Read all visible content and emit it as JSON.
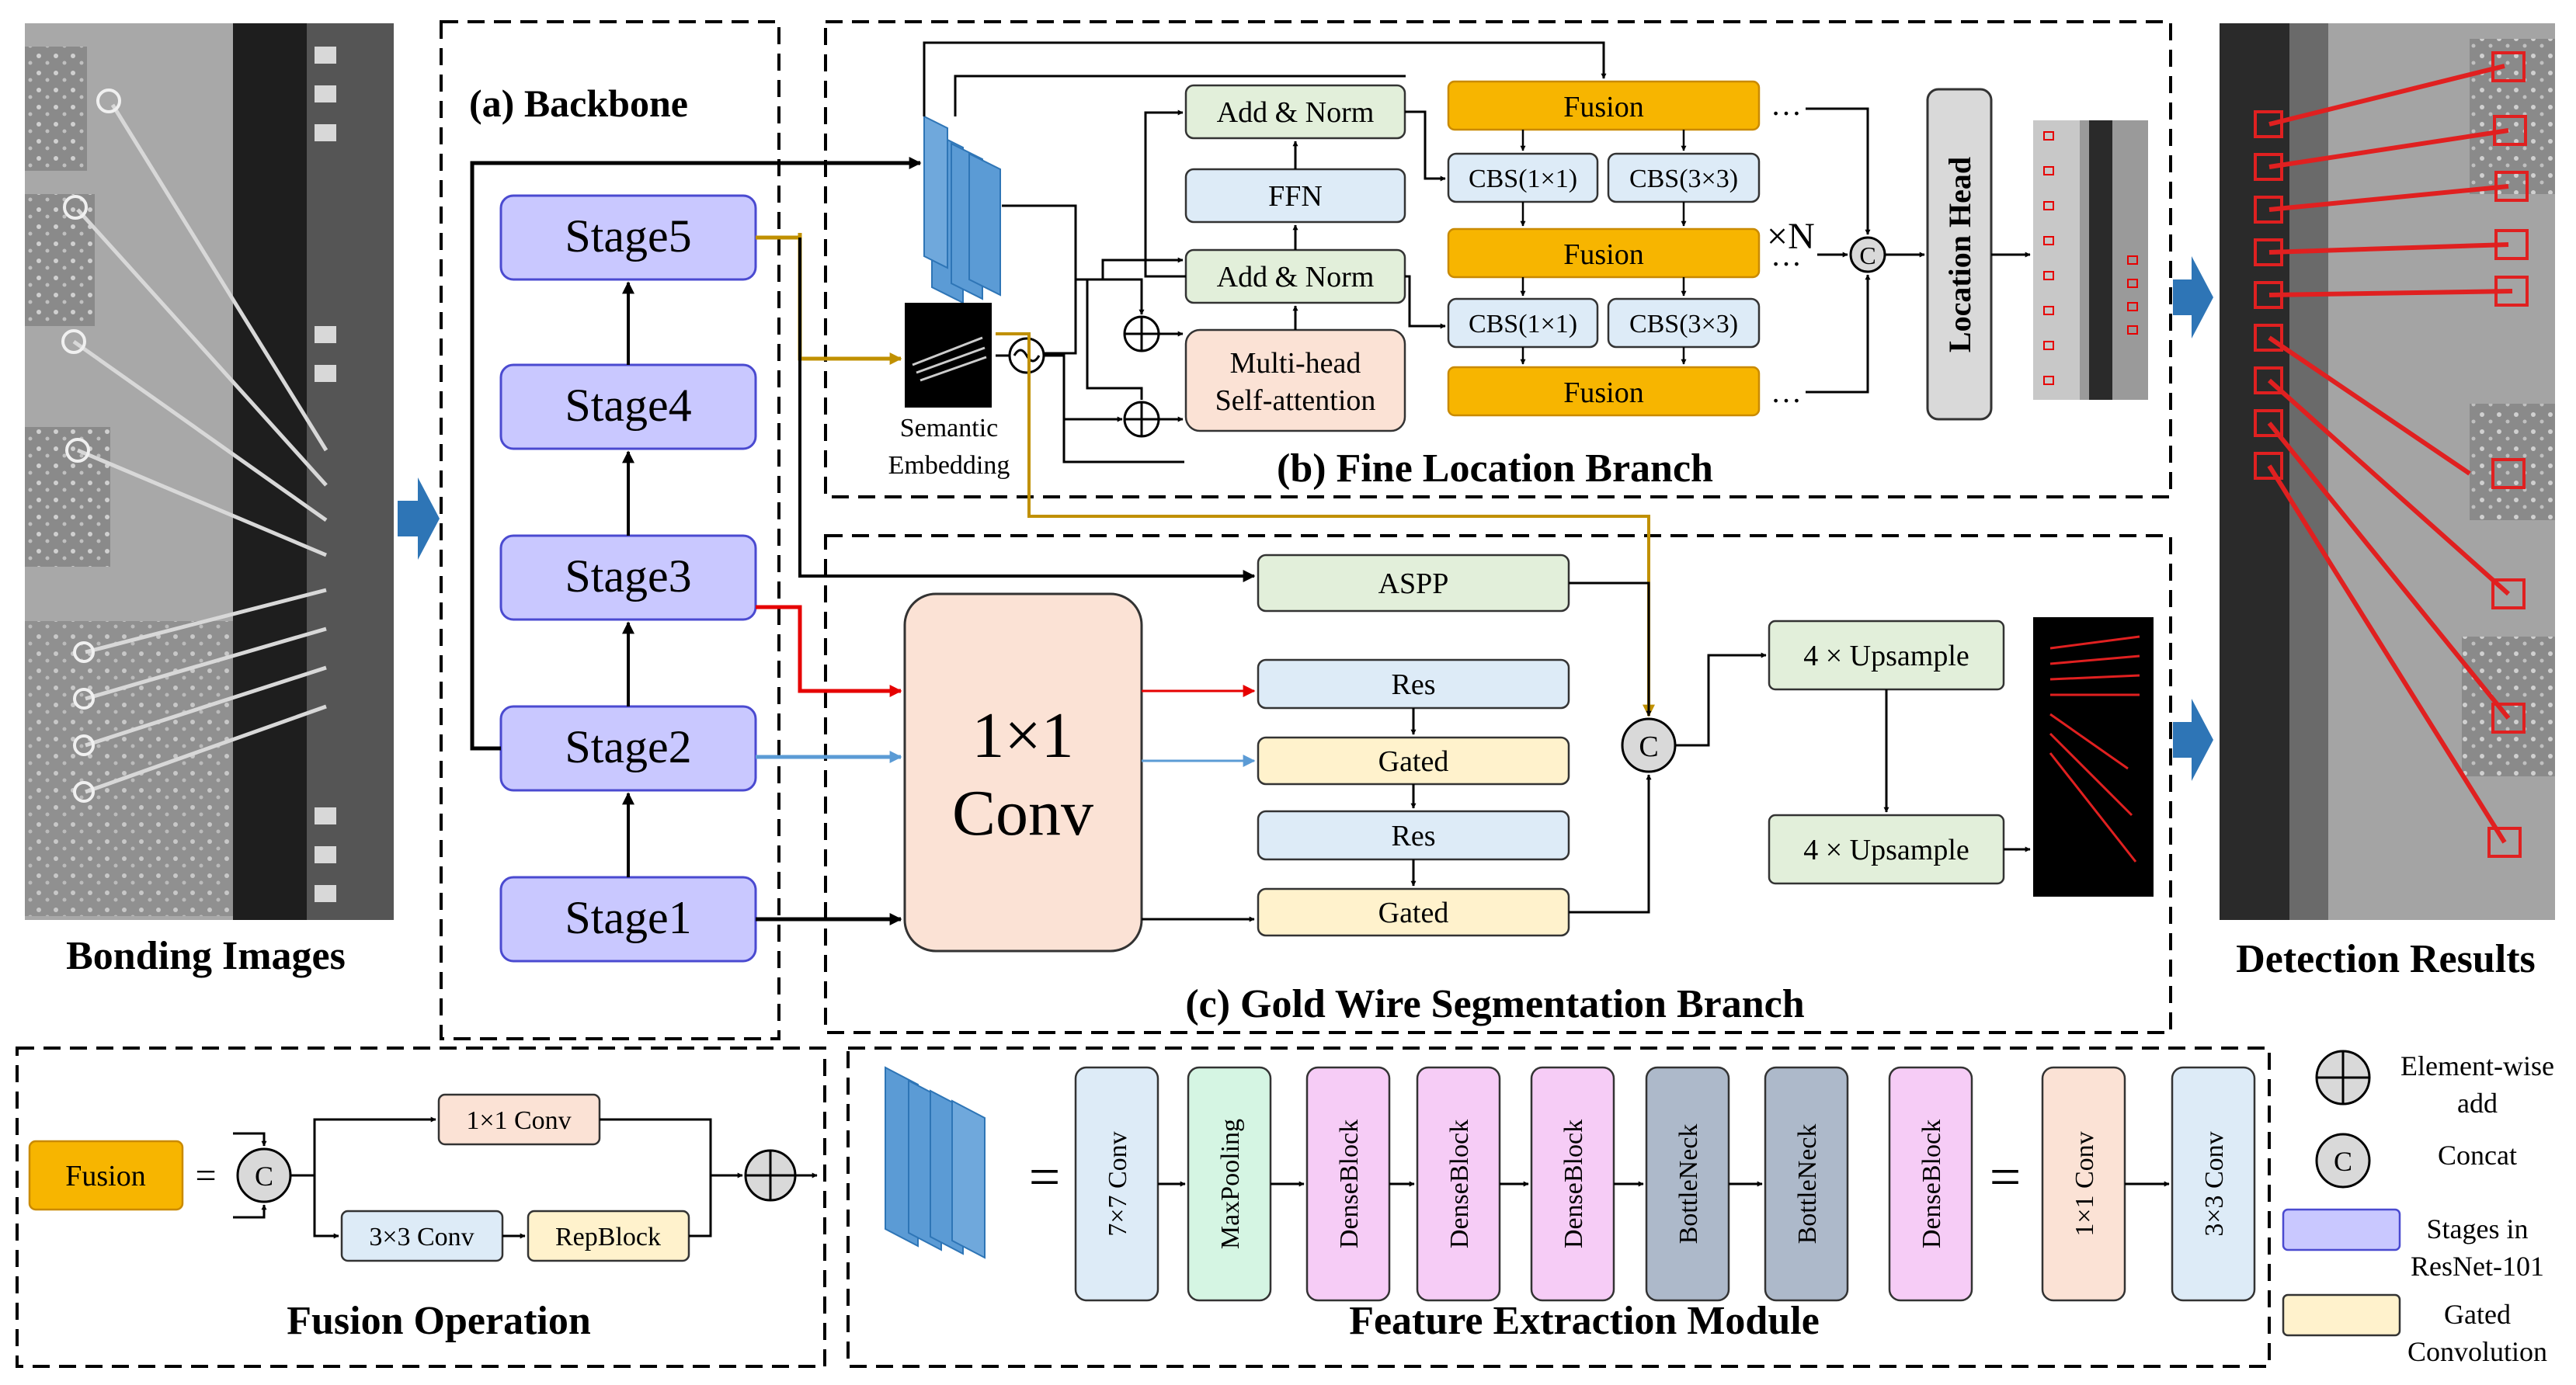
{
  "colors": {
    "stage_fill": "#c9c8ff",
    "stage_stroke": "#4a4ad0",
    "fusion_fill": "#f7b500",
    "fusion_stroke": "#c98a00",
    "cbs_fill": "#ddebf7",
    "green_fill": "#e2efda",
    "ffn_fill": "#ddebf7",
    "mha_fill": "#fbe2d5",
    "conv_fill": "#fbe2d5",
    "res_fill": "#ddebf7",
    "gated_fill": "#fff2cc",
    "dense_fill": "#f6ccf6",
    "bottleneck_fill": "#adb9ca",
    "maxpool_fill": "#d5f5e3",
    "head_fill": "#d9d9d9",
    "gold_line": "#c09000",
    "red_line": "#e60000",
    "blue_line": "#5b9bd5",
    "big_arrow": "#2e75b6"
  },
  "labels": {
    "bonding_images": "Bonding Images",
    "detection_results": "Detection Results",
    "backbone": "(a) Backbone",
    "fine_location": "(b) Fine Location Branch",
    "segmentation": "(c) Gold Wire Segmentation Branch",
    "fusion_operation": "Fusion Operation",
    "feature_extraction": "Feature Extraction Module"
  },
  "backbone": {
    "stages": [
      "Stage5",
      "Stage4",
      "Stage3",
      "Stage2",
      "Stage1"
    ]
  },
  "fine_location": {
    "add_norm_top": "Add & Norm",
    "ffn": "FFN",
    "add_norm_bottom": "Add & Norm",
    "mha_line1": "Multi-head",
    "mha_line2": "Self-attention",
    "semantic_line1": "Semantic",
    "semantic_line2": "Embedding",
    "fusion": "Fusion",
    "cbs1": "CBS(1×1)",
    "cbs3": "CBS(3×3)",
    "times_n": "×N",
    "ellipsis": "…",
    "concat": "C",
    "location_head": "Location Head"
  },
  "segmentation": {
    "aspp": "ASPP",
    "conv_line1": "1×1",
    "conv_line2": "Conv",
    "res": "Res",
    "gated": "Gated",
    "concat": "C",
    "upsample": "4 × Upsample"
  },
  "fusion_op": {
    "fusion": "Fusion",
    "equals": "=",
    "concat": "C",
    "conv1": "1×1 Conv",
    "conv3": "3×3 Conv",
    "repblock": "RepBlock"
  },
  "feature_module": {
    "equals": "=",
    "blocks": [
      "7×7 Conv",
      "MaxPooling",
      "DenseBlock",
      "DenseBlock",
      "DenseBlock",
      "BottleNeck",
      "BottleNeck",
      "DenseBlock",
      "1×1 Conv",
      "3×3 Conv"
    ]
  },
  "legend": {
    "add_line1": "Element-wise",
    "add_line2": "add",
    "concat_symbol": "C",
    "concat": "Concat",
    "stages_line1": "Stages  in",
    "stages_line2": "ResNet-101",
    "gated_line1": "Gated",
    "gated_line2": "Convolution"
  }
}
